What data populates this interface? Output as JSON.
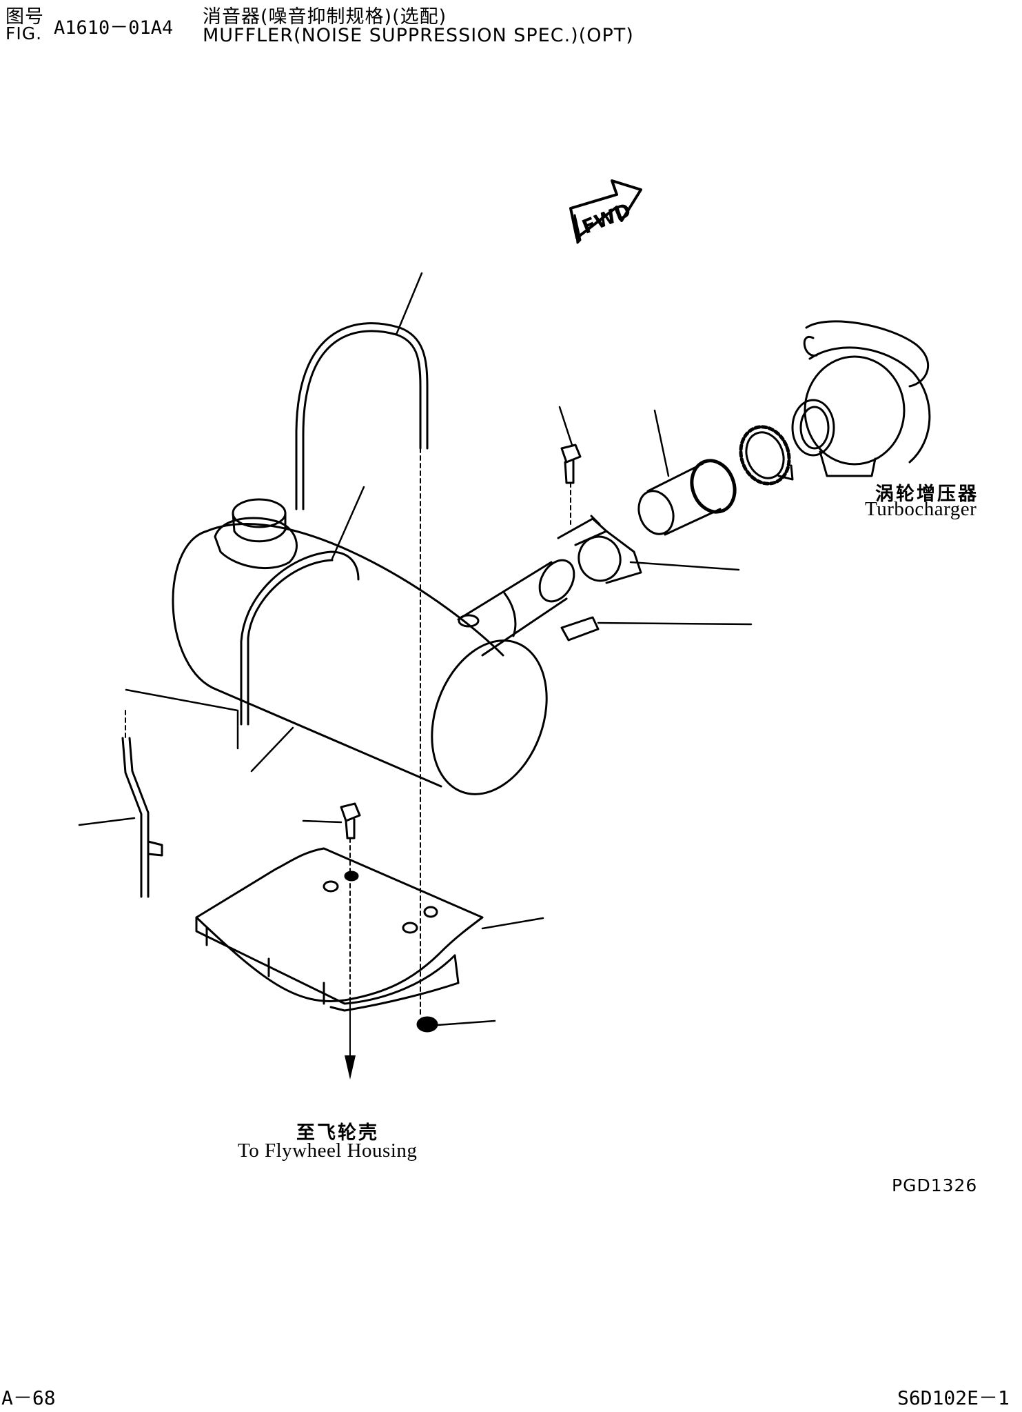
{
  "header": {
    "fig_cn": "图号",
    "fig_en": "FIG.",
    "fig_number": "A1610－01A4",
    "title_cn": "消音器(噪音抑制规格)(选配)",
    "title_en": "MUFFLER(NOISE SUPPRESSION SPEC.)(OPT)"
  },
  "labels": {
    "fwd": "FWD",
    "turbo_cn": "涡轮增压器",
    "turbo_en": "Turbocharger",
    "flywheel_cn": "至飞轮壳",
    "flywheel_en": "To Flywheel Housing",
    "drawing_code": "PGD1326"
  },
  "footer": {
    "page": "A－68",
    "model": "S6D102E－1"
  }
}
